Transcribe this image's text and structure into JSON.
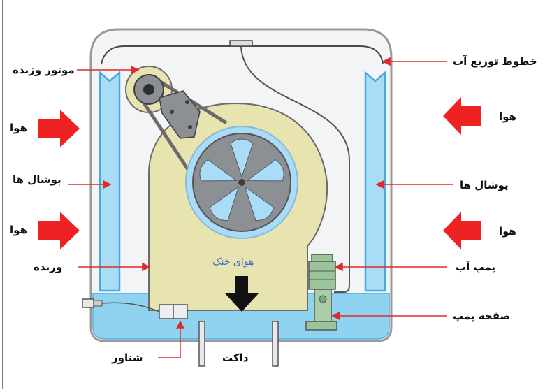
{
  "labels": {
    "fan_motor": "موتور وزنده",
    "water_lines": "خطوط توزیع آب",
    "air_left_top": "هوا",
    "air_right_top": "هوا",
    "pads_left": "پوشال ها",
    "pads_right": "پوشال ها",
    "air_left_bottom": "هوا",
    "air_right_bottom": "هوا",
    "fan": "وزنده",
    "cool_air": "هوای خنک",
    "water_pump": "پمپ آب",
    "pump_plate": "صفحه پمپ",
    "float": "شناور",
    "duct": "داکت"
  },
  "colors": {
    "housing_fill": "#f3f4f6",
    "housing_stroke": "#9a9a9a",
    "blower_fill": "#e8e4b0",
    "pad_fill": "#a9dcf5",
    "pad_stroke": "#4aa9e0",
    "water_fill": "#8fd3f0",
    "arrow_red": "#ee2222",
    "pointer_red": "#e02a2a",
    "wheel_gray": "#8c8f94",
    "blade_blue": "#a8dcf8",
    "cool_air_text": "#3a6fc4"
  }
}
